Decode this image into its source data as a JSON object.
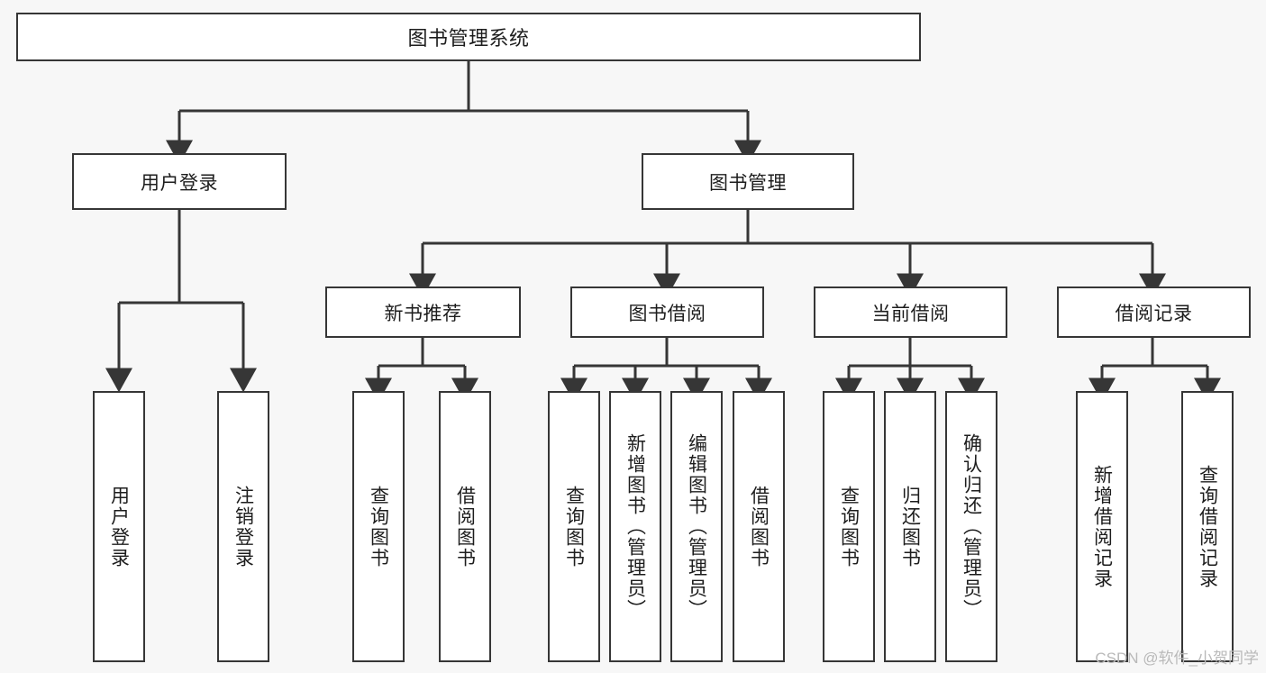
{
  "diagram": {
    "type": "tree-hierarchy",
    "title": "图书管理系统",
    "background_color": "#f7f7f7",
    "line_color": "#363636",
    "box_fill": "#ffffff",
    "root": {
      "id": "root",
      "label": "图书管理系统",
      "orientation": "horizontal"
    },
    "level2": [
      {
        "id": "user-login",
        "label": "用户登录",
        "orientation": "horizontal"
      },
      {
        "id": "book-manage",
        "label": "图书管理",
        "orientation": "horizontal"
      }
    ],
    "level3": [
      {
        "id": "new-book-rec",
        "label": "新书推荐",
        "orientation": "horizontal",
        "parent": "book-manage"
      },
      {
        "id": "book-borrow",
        "label": "图书借阅",
        "orientation": "horizontal",
        "parent": "book-manage"
      },
      {
        "id": "current-borrow",
        "label": "当前借阅",
        "orientation": "horizontal",
        "parent": "book-manage"
      },
      {
        "id": "borrow-record",
        "label": "借阅记录",
        "orientation": "horizontal",
        "parent": "book-manage"
      }
    ],
    "leaves": {
      "user_login": [
        {
          "id": "leaf-user-login",
          "label": "用户登录"
        },
        {
          "id": "leaf-user-logout",
          "label": "注销登录"
        }
      ],
      "new_book_rec": [
        {
          "id": "leaf-query-book-1",
          "label": "查询图书"
        },
        {
          "id": "leaf-borrow-book-1",
          "label": "借阅图书"
        }
      ],
      "book_borrow": [
        {
          "id": "leaf-query-book-2",
          "label": "查询图书"
        },
        {
          "id": "leaf-add-book",
          "label": "新增图书（管理员）"
        },
        {
          "id": "leaf-edit-book",
          "label": "编辑图书（管理员）"
        },
        {
          "id": "leaf-borrow-book-2",
          "label": "借阅图书"
        }
      ],
      "current_borrow": [
        {
          "id": "leaf-query-book-3",
          "label": "查询图书"
        },
        {
          "id": "leaf-return-book",
          "label": "归还图书"
        },
        {
          "id": "leaf-confirm-return",
          "label": "确认归还（管理员）"
        }
      ],
      "borrow_record": [
        {
          "id": "leaf-add-record",
          "label": "新增借阅记录"
        },
        {
          "id": "leaf-query-record",
          "label": "查询借阅记录"
        }
      ]
    }
  },
  "watermark": {
    "text": "CSDN @软件_小贺同学"
  }
}
